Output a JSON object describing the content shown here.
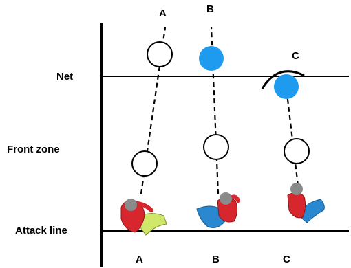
{
  "row_labels": {
    "net": "Net",
    "front_zone": "Front zone",
    "attack_line": "Attack line"
  },
  "top_labels": {
    "a": "A",
    "b": "B",
    "c": "C"
  },
  "bottom_labels": {
    "a": "A",
    "b": "B",
    "c": "C"
  },
  "colors": {
    "ball_highlight": "#1e9bef",
    "court_lines": "#000000",
    "shirt": "#d7262e",
    "shorts_a": "#cfe86a",
    "shorts_bc": "#2a88d0",
    "hair": "#8a8a8a"
  },
  "icons": {
    "player": "player-top-view-icon",
    "ball": "ball-icon"
  }
}
